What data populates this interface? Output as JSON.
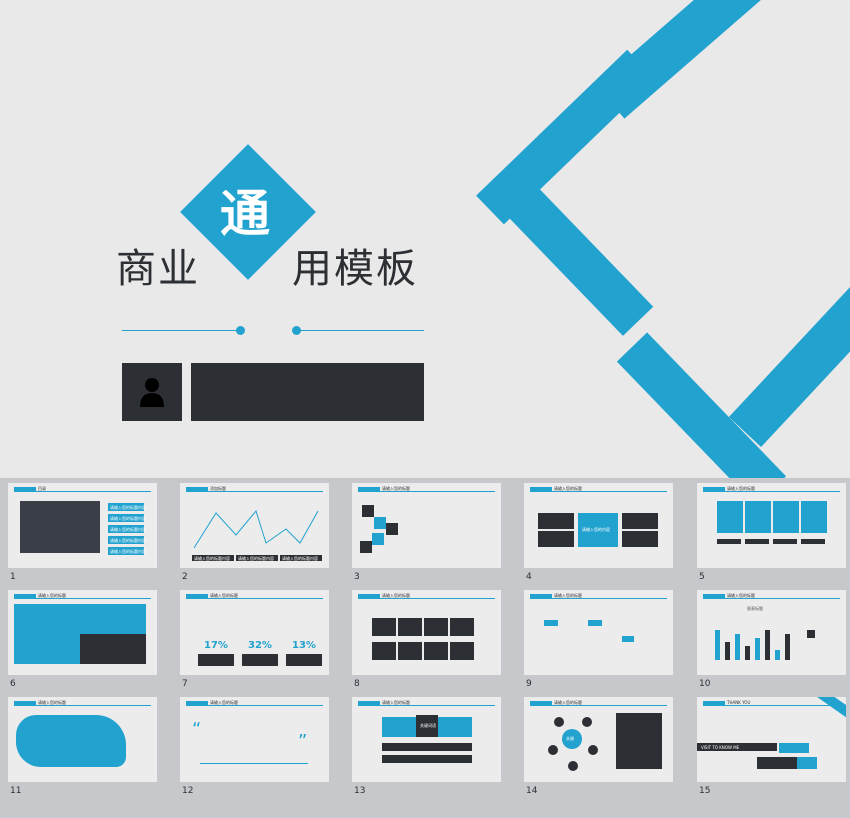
{
  "hero": {
    "title_left": "商业",
    "title_mid": "通",
    "title_right": "用模板"
  },
  "thumbnails": [
    {
      "num": "1",
      "title": "目录",
      "items": [
        "请输入您的标题内容",
        "请输入您的标题内容",
        "请输入您的标题内容",
        "请输入您的标题内容",
        "请输入您的标题内容"
      ]
    },
    {
      "num": "2",
      "title": "添加标题",
      "labels": [
        "请输入您的标题内容",
        "请输入您的标题内容",
        "请输入您的标题内容"
      ]
    },
    {
      "num": "3",
      "title": "请输入您的标题"
    },
    {
      "num": "4",
      "title": "请输入您的标题",
      "center": "请输入您的内容"
    },
    {
      "num": "5",
      "title": "请输入您的标题"
    },
    {
      "num": "6",
      "title": "请输入您的标题"
    },
    {
      "num": "7",
      "title": "请输入您的标题",
      "stats": [
        "17%",
        "32%",
        "13%"
      ]
    },
    {
      "num": "8",
      "title": "请输入您的标题"
    },
    {
      "num": "9",
      "title": "请输入您的标题"
    },
    {
      "num": "10",
      "title": "请输入您的标题",
      "chart_title": "图表标题"
    },
    {
      "num": "11",
      "title": "请输入您的标题"
    },
    {
      "num": "12",
      "title": "请输入您的标题"
    },
    {
      "num": "13",
      "title": "请输入您的标题",
      "center": "关键词语"
    },
    {
      "num": "14",
      "title": "请输入您的标题",
      "center": "关键"
    },
    {
      "num": "15",
      "title": "THANK YOU",
      "banner": "VISIT TO KNOW ME"
    }
  ],
  "colors": {
    "accent": "#22a2cf",
    "dark": "#2c2f33",
    "hero_bg": "#e9e9e9",
    "strip_bg": "#c7c8cc"
  }
}
